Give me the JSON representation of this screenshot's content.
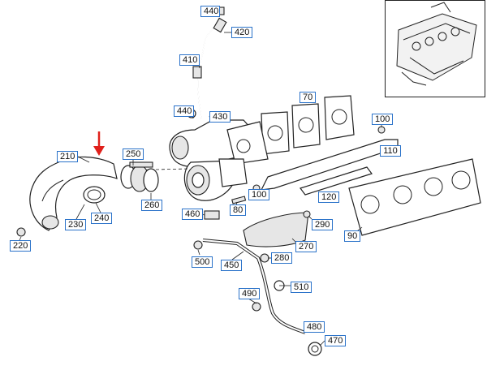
{
  "diagram": {
    "callouts": [
      {
        "id": "440a",
        "label": "440"
      },
      {
        "id": "420",
        "label": "420"
      },
      {
        "id": "410",
        "label": "410"
      },
      {
        "id": "440b",
        "label": "440"
      },
      {
        "id": "430",
        "label": "430"
      },
      {
        "id": "70",
        "label": "70"
      },
      {
        "id": "100",
        "label": "100"
      },
      {
        "id": "110",
        "label": "110"
      },
      {
        "id": "210",
        "label": "210"
      },
      {
        "id": "250",
        "label": "250"
      },
      {
        "id": "100b",
        "label": "100"
      },
      {
        "id": "120",
        "label": "120"
      },
      {
        "id": "80",
        "label": "80"
      },
      {
        "id": "260",
        "label": "260"
      },
      {
        "id": "460",
        "label": "460"
      },
      {
        "id": "230",
        "label": "230"
      },
      {
        "id": "240",
        "label": "240"
      },
      {
        "id": "290",
        "label": "290"
      },
      {
        "id": "90",
        "label": "90"
      },
      {
        "id": "220",
        "label": "220"
      },
      {
        "id": "270",
        "label": "270"
      },
      {
        "id": "280",
        "label": "280"
      },
      {
        "id": "500",
        "label": "500"
      },
      {
        "id": "450",
        "label": "450"
      },
      {
        "id": "510",
        "label": "510"
      },
      {
        "id": "490",
        "label": "490"
      },
      {
        "id": "480",
        "label": "480"
      },
      {
        "id": "470",
        "label": "470"
      }
    ],
    "colors": {
      "callout_border": "#2a72c9",
      "indicator_arrow": "#e0201b",
      "line": "#222222"
    }
  }
}
